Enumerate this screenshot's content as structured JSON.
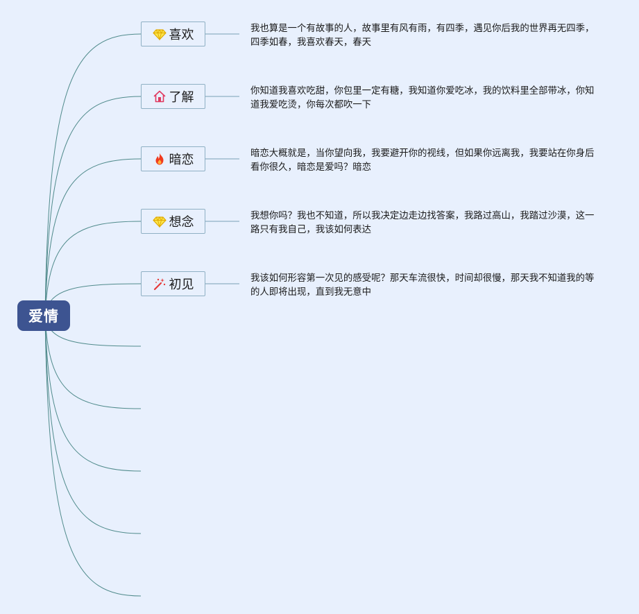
{
  "root": {
    "label": "爱情"
  },
  "branches": [
    {
      "label": "喜欢",
      "icon": "diamond-icon",
      "note": "我也算是一个有故事的人，故事里有风有雨，有四季，遇见你后我的世界再无四季，四季如春，我喜欢春天，春天"
    },
    {
      "label": "了解",
      "icon": "house-icon",
      "note": "你知道我喜欢吃甜，你包里一定有糖，我知道你爱吃冰，我的饮料里全部带冰，你知道我爱吃烫，你每次都吹一下"
    },
    {
      "label": "暗恋",
      "icon": "flame-icon",
      "note": "暗恋大概就是，当你望向我，我要避开你的视线，但如果你远离我，我要站在你身后看你很久，暗恋是爱吗？暗恋"
    },
    {
      "label": "想念",
      "icon": "diamond-icon",
      "note": "我想你吗？我也不知道，所以我决定边走边找答案，我路过高山，我踏过沙漠，这一路只有我自己，我该如何表达"
    },
    {
      "label": "初见",
      "icon": "magic-wand-icon",
      "note": "我该如何形容第一次见的感受呢？那天车流很快，时间却很慢，那天我不知道我的等的人即将出现，直到我无意中"
    }
  ],
  "empty_branch_count": 5,
  "colors": {
    "background": "#e8f0fd",
    "root_fill": "#3d5491",
    "link": "#4f8a8b",
    "branch_border": "#8fb0c4"
  }
}
